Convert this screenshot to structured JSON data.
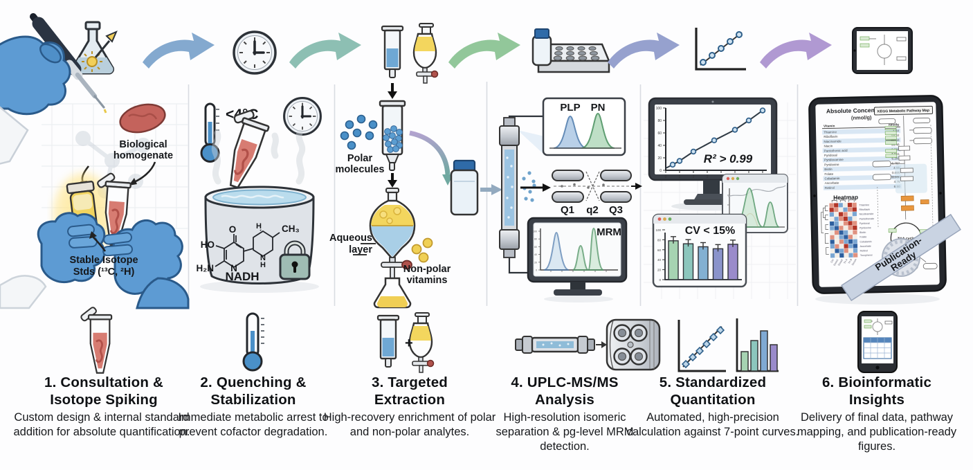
{
  "panel1": {
    "homog1": "Biological",
    "homog2": "homogenate",
    "iso1": "Stable Isotope",
    "iso2": "Stds (¹³C, ²H)"
  },
  "panel2": {
    "temp": "<4°C",
    "nadh": "NADH",
    "atoms": {
      "o": "O",
      "ho": "HO",
      "h2n": "H₂N",
      "n_ring": "N",
      "h_stereo": "H",
      "ch3": "CH₃",
      "n_ring2": "N",
      "h_ring2": "H"
    }
  },
  "panel3": {
    "polar1": "Polar",
    "polar2": "molecules",
    "aqueous1": "Aqueous",
    "aqueous2": "layer",
    "nonpolar1": "Non-polar",
    "nonpolar2": "vitamins"
  },
  "panel4": {
    "plp": "PLP",
    "pn": "PN",
    "q1": "Q1",
    "q2": "q2",
    "q3": "Q3",
    "mrm": "MRM",
    "mrm_yticks": [
      0,
      20,
      40,
      60,
      80,
      100
    ],
    "mrm_peaks": [
      {
        "rt": 2.0,
        "height": 96,
        "color": "blue"
      },
      {
        "rt": 4.4,
        "height": 62,
        "color": "green"
      },
      {
        "rt": 5.1,
        "height": 100,
        "color": "green"
      }
    ],
    "plp_pn_peaks": [
      {
        "label": "PLP",
        "color": "blue",
        "height": 80
      },
      {
        "label": "PN",
        "color": "green",
        "height": 85
      }
    ]
  },
  "panel5": {
    "r2": "R² > 0.99",
    "cv": "CV < 15%",
    "cal_points": [
      [
        0.5,
        9
      ],
      [
        1,
        15
      ],
      [
        2,
        30
      ],
      [
        3.5,
        48
      ],
      [
        5,
        65
      ],
      [
        6,
        80
      ],
      [
        7,
        96
      ]
    ],
    "cal_yticks": [
      0,
      20,
      40,
      60,
      80,
      100
    ],
    "cal_xticks": [
      0,
      1,
      2,
      3,
      4,
      5,
      6,
      7
    ],
    "cv_values": [
      78,
      72,
      66,
      62,
      71
    ],
    "cv_colors": [
      "#a6d3b2",
      "#8cc6bd",
      "#83b0d2",
      "#8a93cb",
      "#9a8bcb"
    ]
  },
  "panel6": {
    "table_title": "Absolute Concentrations",
    "table_unit": "(nmol/g)",
    "col_vitamin": "Vitamin",
    "col_value": "nmol/g",
    "rows": [
      {
        "name": "Thiamine",
        "value": "1.84"
      },
      {
        "name": "Riboflavin",
        "value": "13.32"
      },
      {
        "name": "Niacinamide",
        "value": "82.58"
      },
      {
        "name": "Niacin",
        "value": "53.46"
      },
      {
        "name": "Pantothenic acid",
        "value": "9.968"
      },
      {
        "name": "Pyridoxal",
        "value": "6.561"
      },
      {
        "name": "Pyridoxamine",
        "value": "6.293"
      },
      {
        "name": "Pyridoxine",
        "value": "6.787"
      },
      {
        "name": "Biotin",
        "value": "4.55"
      },
      {
        "name": "Folate",
        "value": "0.886"
      },
      {
        "name": "Cobalamin",
        "value": "0.968"
      },
      {
        "name": "Ascorbate",
        "value": "4.76"
      },
      {
        "name": "Retinol",
        "value": "6.50"
      }
    ],
    "kegg_title": "KEGG Metabolic Pathway Map",
    "tca": "TCA cycle",
    "heatmap_title": "Heatmap",
    "ribbon1": "Publication-",
    "ribbon2": "Ready",
    "hm_colors": {
      "R": "#b23527",
      "r": "#e0917f",
      "b": "#7aa6d2",
      "B": "#2e5f9e",
      "w": "#f3eee7"
    },
    "hm": [
      [
        "r",
        "R",
        "b",
        "w",
        "R",
        "r"
      ],
      [
        "R",
        "r",
        "w",
        "b",
        "r",
        "R"
      ],
      [
        "b",
        "w",
        "R",
        "r",
        "w",
        "b"
      ],
      [
        "w",
        "b",
        "r",
        "R",
        "b",
        "w"
      ],
      [
        "B",
        "b",
        "w",
        "r",
        "R",
        "r"
      ],
      [
        "b",
        "B",
        "r",
        "w",
        "r",
        "R"
      ],
      [
        "w",
        "r",
        "B",
        "b",
        "w",
        "r"
      ],
      [
        "r",
        "w",
        "b",
        "B",
        "r",
        "w"
      ],
      [
        "B",
        "w",
        "r",
        "b",
        "B",
        "b"
      ],
      [
        "b",
        "r",
        "w",
        "R",
        "b",
        "B"
      ],
      [
        "w",
        "B",
        "b",
        "r",
        "w",
        "b"
      ],
      [
        "b",
        "w",
        "B",
        "w",
        "b",
        "r"
      ]
    ],
    "hm_rows": [
      "Thiamine",
      "Riboflavin",
      "Nicotinamide",
      "Pantothenate",
      "Pyridoxal",
      "Pyridoxine",
      "Biotin",
      "Folate",
      "Cobalamin",
      "Ascorbate",
      "Retinol",
      "Tocopherol"
    ],
    "hm_cols": [
      "Ctrl",
      "Dose1",
      "Dose2",
      "Trt A",
      "Trt B",
      "Serum"
    ]
  },
  "steps": [
    {
      "title": "1. Consultation &\nIsotope Spiking",
      "desc": "Custom design & internal standard addition for absolute quantification."
    },
    {
      "title": "2. Quenching &\nStabilization",
      "desc": "Immediate metabolic arrest to prevent cofactor degradation."
    },
    {
      "title": "3. Targeted\nExtraction",
      "desc": "High-recovery enrichment of polar and non-polar analytes."
    },
    {
      "title": "4. UPLC-MS/MS\nAnalysis",
      "desc": "High-resolution isomeric separation & pg-level MRM detection."
    },
    {
      "title": "5. Standardized\nQuantitation",
      "desc": "Automated, high-precision calculation against 7-point curves."
    },
    {
      "title": "6. Bioinformatic\nInsights",
      "desc": "Delivery of final data, pathway mapping, and publication-ready figures."
    }
  ],
  "arrow_colors": [
    "#84a9cf",
    "#8dbfb3",
    "#92c79a",
    "#96a1ce",
    "#b099d2"
  ]
}
